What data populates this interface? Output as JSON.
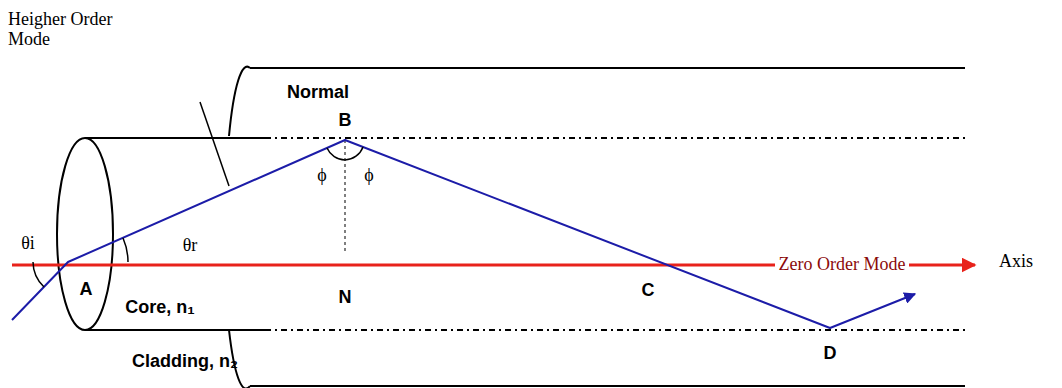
{
  "diagram": {
    "labels": [
      "Heigher Order Mode",
      "Normal",
      "B",
      "ϕ",
      "ϕ",
      "θr",
      "θi",
      "A",
      "N",
      "C",
      "Zero Order Mode",
      "Axis",
      "Core, n₁",
      "Cladding, n₂",
      "D"
    ]
  }
}
